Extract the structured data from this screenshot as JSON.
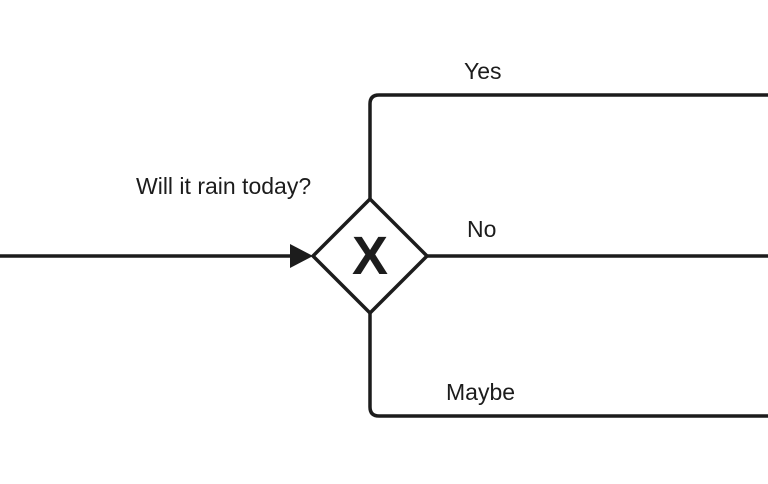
{
  "gateway": {
    "question": "Will it rain today?",
    "marker": "X",
    "type": "exclusive-gateway"
  },
  "branches": [
    {
      "label": "Yes"
    },
    {
      "label": "No"
    },
    {
      "label": "Maybe"
    }
  ],
  "colors": {
    "stroke": "#1c1c1c",
    "background": "#ffffff"
  }
}
